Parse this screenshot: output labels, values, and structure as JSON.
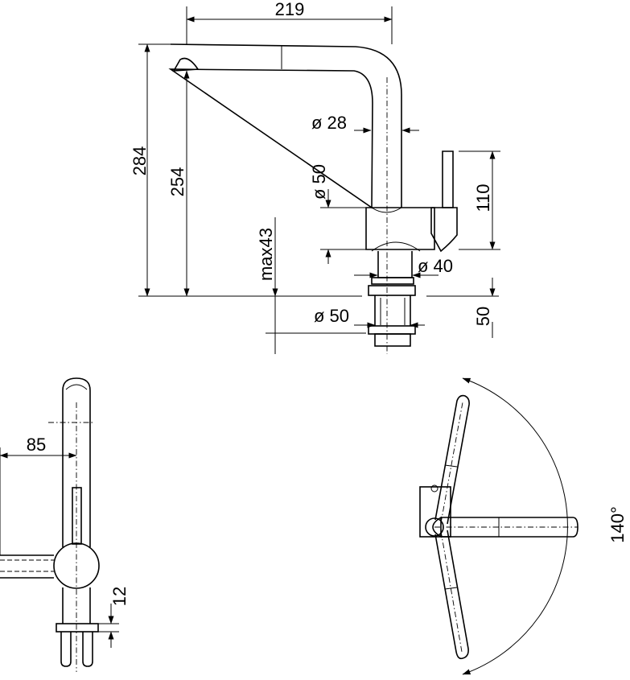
{
  "side_view": {
    "dim_width": "219",
    "dim_total_height": "284",
    "dim_spout_height": "254",
    "dim_mount_thickness": "max43",
    "dim_spout_tube": "ø 28",
    "dim_body": "ø 50",
    "dim_lever_height": "110",
    "dim_neck": "ø 40",
    "dim_base": "ø 50",
    "dim_base_height": "50"
  },
  "front_view": {
    "dim_offset": "85",
    "dim_thickness": "12"
  },
  "top_view": {
    "dim_swivel_angle": "140°"
  }
}
